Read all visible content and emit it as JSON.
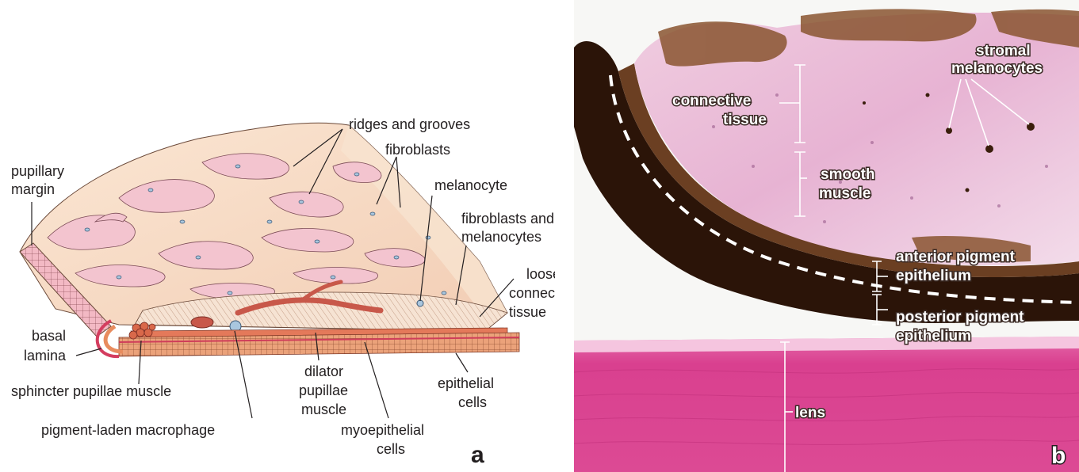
{
  "panel_a": {
    "letter": "a",
    "labels": {
      "ridges_and_grooves": "ridges and grooves",
      "fibroblasts": "fibroblasts",
      "pupillary_1": "pupillary",
      "pupillary_2": "margin",
      "melanocyte": "melanocyte",
      "fibro_mel_1": "fibroblasts and",
      "fibro_mel_2": "melanocytes",
      "loose_1": "loose",
      "loose_2": "connective",
      "loose_3": "tissue",
      "basal_1": "basal",
      "basal_2": "lamina",
      "sphincter": "sphincter pupillae muscle",
      "dilator_1": "dilator",
      "dilator_2": "pupillae",
      "dilator_3": "muscle",
      "epithelial_1": "epithelial",
      "epithelial_2": "cells",
      "macrophage": "pigment-laden macrophage",
      "myo_1": "myoepithelial",
      "myo_2": "cells"
    }
  },
  "panel_b": {
    "letter": "b",
    "labels": {
      "stromal_1": "stromal",
      "stromal_2": "melanocytes",
      "connective_1": "connective",
      "connective_2": "tissue",
      "smooth_1": "smooth",
      "smooth_2": "muscle",
      "anterior_1": "anterior pigment",
      "anterior_2": "epithelium",
      "posterior_1": "posterior pigment",
      "posterior_2": "epithelium",
      "lens": "lens"
    }
  },
  "colors": {
    "stroma_fill": "#f7dcc8",
    "stroma_cells": "#f3c4cf",
    "muscle_red": "#d2604f",
    "epithelium_orange": "#e8956a",
    "pigment_dark": "#2b1408",
    "stain_pink": "#e7b3d3",
    "lens_magenta": "#d9408f"
  }
}
